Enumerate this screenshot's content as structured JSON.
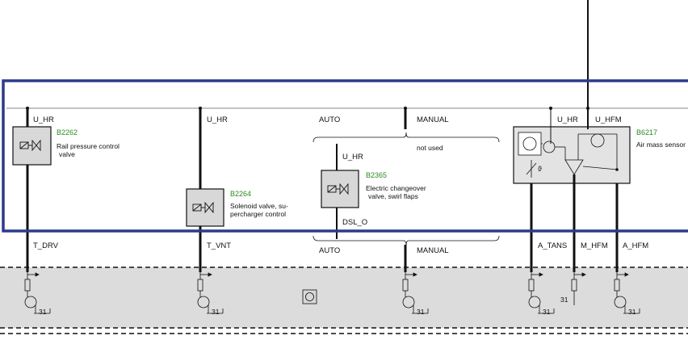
{
  "colors": {
    "frame": "#2e3a8c",
    "wire": "#111111",
    "code": "#2a8a1f",
    "component_fill": "#d8d8d8",
    "module_fill": "#e3e3e3"
  },
  "top_signals": {
    "u_hr_1": "U_HR",
    "u_hr_2": "U_HR",
    "auto": "AUTO",
    "manual": "MANUAL",
    "u_hr_3": "U_HR",
    "u_hfm": "U_HFM"
  },
  "not_used": "not used",
  "components": {
    "b2262": {
      "code": "B2262",
      "desc_1": "Rail pressure control",
      "desc_2": "valve"
    },
    "b2264": {
      "code": "B2264",
      "desc_1": "Solenoid valve, su-",
      "desc_2": "percharger control"
    },
    "b2365": {
      "code": "B2365",
      "supply": "U_HR",
      "desc_1": "Electric changeover",
      "desc_2": "valve, swirl flaps",
      "output": "DSL_O"
    },
    "b6217": {
      "code": "B6217",
      "desc_1": "Air mass sensor"
    }
  },
  "bottom_signals": {
    "t_drv": "T_DRV",
    "t_vnt": "T_VNT",
    "auto": "AUTO",
    "manual": "MANUAL",
    "a_tans": "A_TANS",
    "m_hfm": "M_HFM",
    "a_hfm": "A_HFM"
  },
  "ground_labels": {
    "g1": "31",
    "g2": "31",
    "g3": "31",
    "g4": "31",
    "g5": "31",
    "g6": "31"
  }
}
